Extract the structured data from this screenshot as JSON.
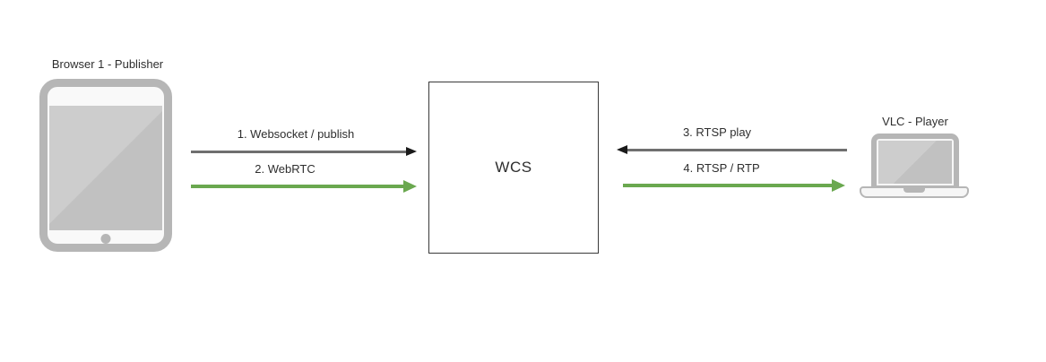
{
  "diagram": {
    "nodes": {
      "publisher": {
        "label": "Browser 1 - Publisher",
        "icon": "tablet-icon"
      },
      "server": {
        "label": "WCS",
        "icon": "box"
      },
      "player": {
        "label": "VLC - Player",
        "icon": "laptop-icon"
      }
    },
    "flows": [
      {
        "label": "1. Websocket / publish",
        "from": "Browser 1 - Publisher",
        "to": "WCS",
        "color": "#6f6f6f",
        "direction": "right"
      },
      {
        "label": "2. WebRTC",
        "from": "Browser 1 - Publisher",
        "to": "WCS",
        "color": "#6aa84f",
        "direction": "right"
      },
      {
        "label": "3. RTSP play",
        "from": "VLC - Player",
        "to": "WCS",
        "color": "#6f6f6f",
        "direction": "left"
      },
      {
        "label": "4. RTSP / RTP",
        "from": "WCS",
        "to": "VLC - Player",
        "color": "#6aa84f",
        "direction": "right"
      }
    ],
    "colors": {
      "background": "#ffffff",
      "accent_green": "#6aa84f",
      "line_gray": "#6f6f6f",
      "arrowhead_black": "#1a1a1a",
      "device_gray": "#b6b6b6",
      "screen_gray": "#c6c6c6",
      "text": "#2e2e2e"
    }
  }
}
